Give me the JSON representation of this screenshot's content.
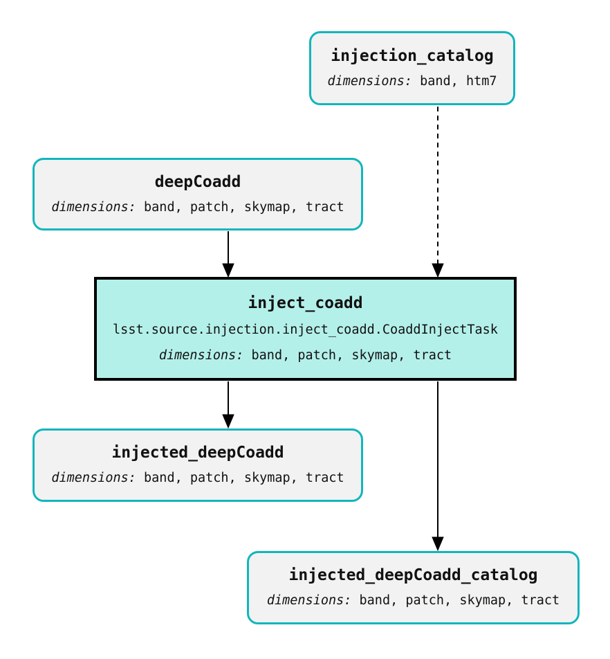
{
  "diagram": {
    "colors": {
      "dataset_border": "#12b5bd",
      "dataset_fill": "#f2f2f2",
      "task_border": "#000000",
      "task_fill": "#b4f0ea",
      "edge_color": "#000000"
    },
    "nodes": [
      {
        "id": "injection_catalog",
        "type": "dataset",
        "title": "injection_catalog",
        "dimensions_label": "dimensions:",
        "dimensions_values": "band, htm7"
      },
      {
        "id": "deepCoadd",
        "type": "dataset",
        "title": "deepCoadd",
        "dimensions_label": "dimensions:",
        "dimensions_values": "band, patch, skymap, tract"
      },
      {
        "id": "inject_coadd",
        "type": "task",
        "title": "inject_coadd",
        "task_class": "lsst.source.injection.inject_coadd.CoaddInjectTask",
        "dimensions_label": "dimensions:",
        "dimensions_values": "band, patch, skymap, tract"
      },
      {
        "id": "injected_deepCoadd",
        "type": "dataset",
        "title": "injected_deepCoadd",
        "dimensions_label": "dimensions:",
        "dimensions_values": "band, patch, skymap, tract"
      },
      {
        "id": "injected_deepCoadd_catalog",
        "type": "dataset",
        "title": "injected_deepCoadd_catalog",
        "dimensions_label": "dimensions:",
        "dimensions_values": "band, patch, skymap, tract"
      }
    ],
    "edges": [
      {
        "from": "injection_catalog",
        "to": "inject_coadd",
        "style": "dashed"
      },
      {
        "from": "deepCoadd",
        "to": "inject_coadd",
        "style": "solid"
      },
      {
        "from": "inject_coadd",
        "to": "injected_deepCoadd",
        "style": "solid"
      },
      {
        "from": "inject_coadd",
        "to": "injected_deepCoadd_catalog",
        "style": "solid"
      }
    ]
  }
}
